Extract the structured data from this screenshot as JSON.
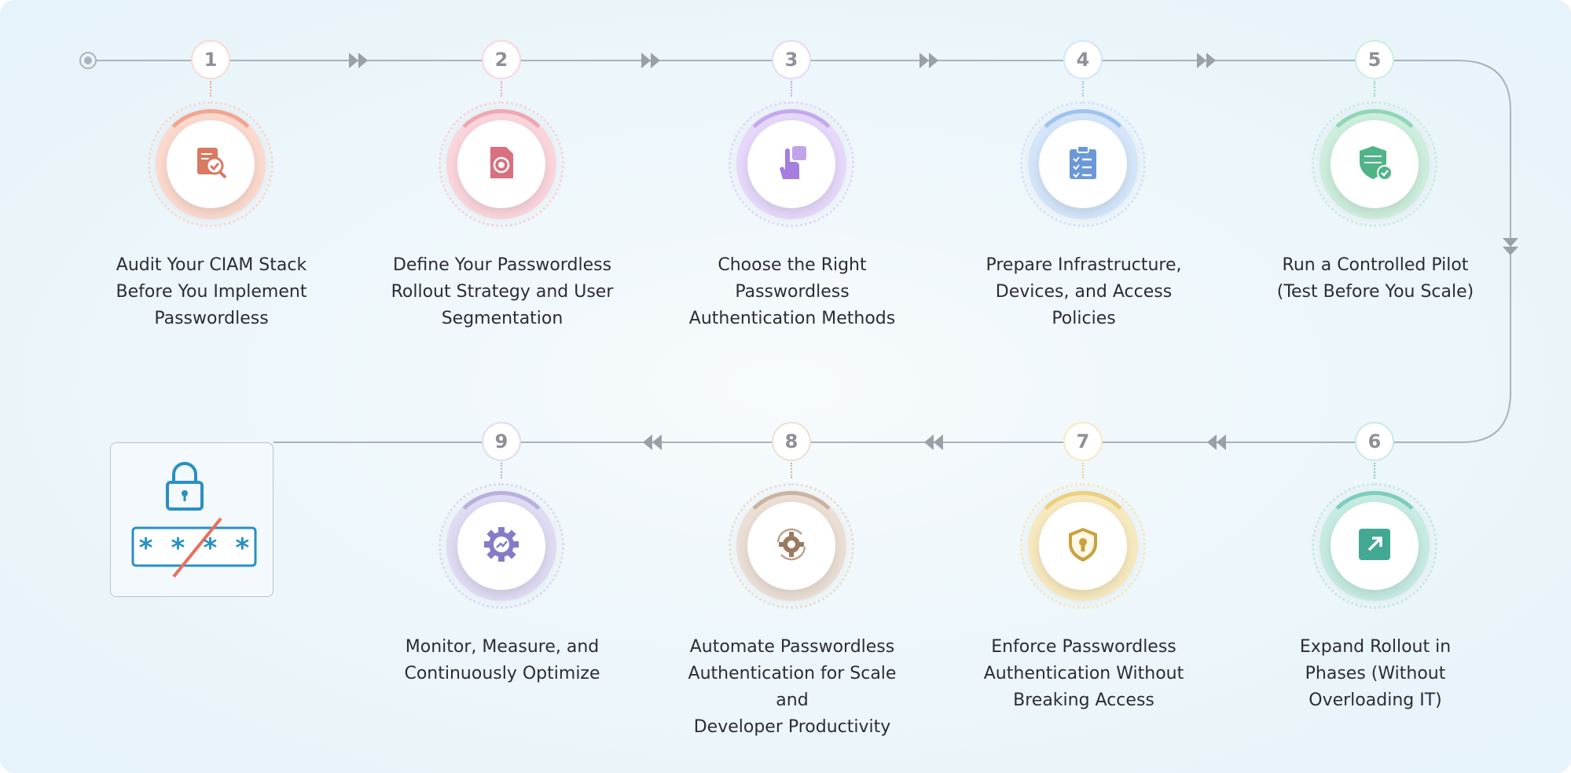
{
  "steps": [
    {
      "number": "1",
      "lines": [
        "Audit Your CIAM Stack",
        "Before You Implement",
        "Passwordless"
      ],
      "icon": "audit-search-icon",
      "ring": "#f2a58f",
      "ringlight": "#fbd9ce",
      "iconColor": "#d87a62"
    },
    {
      "number": "2",
      "lines": [
        "Define Your Passwordless",
        "Rollout Strategy and User",
        "Segmentation"
      ],
      "icon": "target-document-icon",
      "ring": "#f0a6b3",
      "ringlight": "#fad5dc",
      "iconColor": "#d8707f"
    },
    {
      "number": "3",
      "lines": [
        "Choose the Right",
        "Passwordless",
        "Authentication Methods"
      ],
      "icon": "touch-select-icon",
      "ring": "#c5a8ee",
      "ringlight": "#e6d8fa",
      "iconColor": "#a57ee0"
    },
    {
      "number": "4",
      "lines": [
        "Prepare Infrastructure,",
        "Devices, and Access",
        "Policies"
      ],
      "icon": "clipboard-checklist-icon",
      "ring": "#9fc3f0",
      "ringlight": "#d4e5fa",
      "iconColor": "#6b98d6"
    },
    {
      "number": "5",
      "lines": [
        "Run a Controlled Pilot",
        "(Test Before You Scale)"
      ],
      "icon": "shield-check-icon",
      "ring": "#8fd6b5",
      "ringlight": "#cdeedd",
      "iconColor": "#4fb487"
    },
    {
      "number": "6",
      "lines": [
        "Expand Rollout in",
        "Phases (Without",
        "Overloading IT)"
      ],
      "icon": "expand-arrow-icon",
      "ring": "#7ccdbd",
      "ringlight": "#c6ebe3",
      "iconColor": "#43a893"
    },
    {
      "number": "7",
      "lines": [
        "Enforce Passwordless",
        "Authentication Without",
        "Breaking Access"
      ],
      "icon": "shield-lock-icon",
      "ring": "#eccf7e",
      "ringlight": "#f7e9bf",
      "iconColor": "#c9a13e"
    },
    {
      "number": "8",
      "lines": [
        "Automate Passwordless",
        "Authentication for Scale and",
        "Developer Productivity"
      ],
      "icon": "automation-gear-icon",
      "ring": "#cbb3a0",
      "ringlight": "#ebdfd5",
      "iconColor": "#9c7a60"
    },
    {
      "number": "9",
      "lines": [
        "Monitor, Measure, and",
        "Continuously Optimize"
      ],
      "icon": "optimize-gear-icon",
      "ring": "#b7b0dd",
      "ringlight": "#dedbf2",
      "iconColor": "#857bc6"
    }
  ],
  "password_illustration": {
    "masked_text": "* * * *",
    "icon": "padlock-icon",
    "accent": "#2a8fc6",
    "strike": "#e8705c"
  },
  "colors": {
    "line": "#aab2ba",
    "arrow": "#9aa0a8"
  }
}
